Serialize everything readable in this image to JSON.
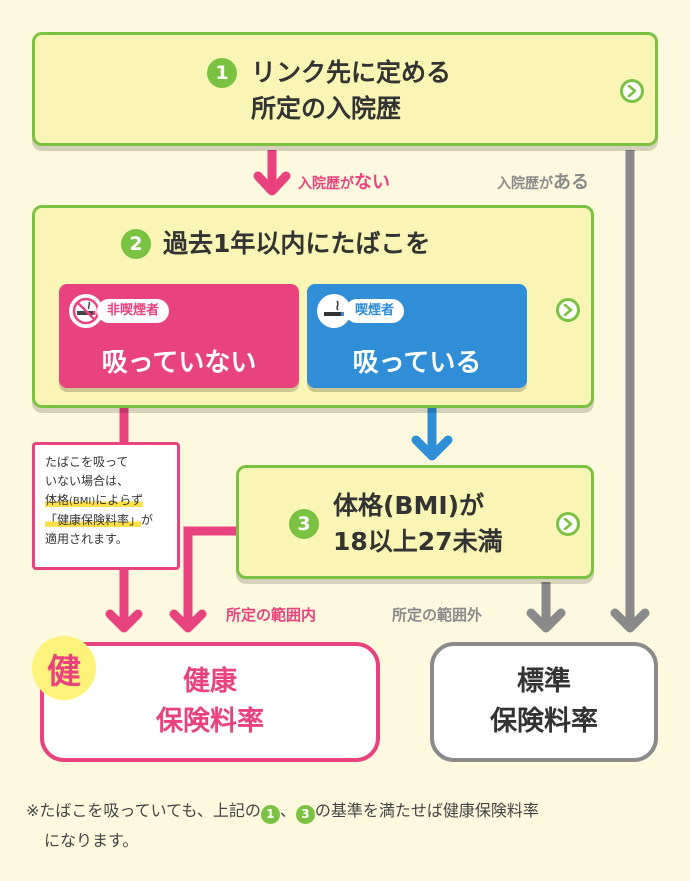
{
  "colors": {
    "background": "#fdf9de",
    "box_fill": "#f9f5b4",
    "green": "#7cc242",
    "pink": "#e8437f",
    "blue": "#2f8ed6",
    "gray": "#8a8a8a",
    "badge_yellow": "#fdf37a"
  },
  "step1": {
    "number": "1",
    "line1": "リンク先に定める",
    "line2": "所定の入院歴",
    "icon": "chevron-right-circle-icon"
  },
  "flow": {
    "no_history_prefix": "入院歴が",
    "no_history_suffix": "ない",
    "has_history_prefix": "入院歴が",
    "has_history_suffix": "ある",
    "in_range": "所定の範囲内",
    "out_range": "所定の範囲外"
  },
  "step2": {
    "number": "2",
    "title": "過去1年以内にたばこを",
    "nonsmoker_tag": "非喫煙者",
    "nonsmoker_text": "吸っていない",
    "smoker_tag": "喫煙者",
    "smoker_text": "吸っている",
    "icon": "chevron-right-circle-icon"
  },
  "step3": {
    "number": "3",
    "line1": "体格(BMI)が",
    "line2": "18以上27未満",
    "icon": "chevron-right-circle-icon"
  },
  "note_box": {
    "line1": "たばこを吸って",
    "line2": "いない場合は、",
    "line3a": "体格",
    "line3b": "(BMI)",
    "line3c": "によらず",
    "line4a": "「健康保険料率」",
    "line4b": "が",
    "line5": "適用されます。"
  },
  "result_health": {
    "badge": "健",
    "line1": "健康",
    "line2": "保険料率"
  },
  "result_standard": {
    "line1": "標準",
    "line2": "保険料率"
  },
  "footnote": {
    "prefix": "※たばこを吸っていても、上記の",
    "num1": "1",
    "sep": "、",
    "num3": "3",
    "suffix": "の基準を満たせば健康保険料率",
    "line2": "になります。"
  }
}
